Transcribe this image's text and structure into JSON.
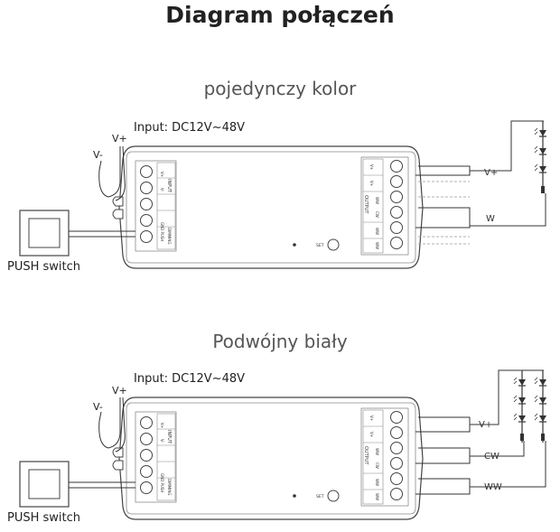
{
  "title": "Diagram połączeń",
  "sections": [
    {
      "subtitle": "pojedynczy kolor",
      "input_label": "Input: DC12V~48V",
      "vplus": "V+",
      "vminus": "V-",
      "push_switch": "PUSH switch",
      "input_block": [
        "V+",
        "V-",
        "INPUT",
        "DIMMING",
        "GND PUSH"
      ],
      "output_block": [
        "V+",
        "V+",
        "OUTPUT",
        "WW",
        "CW",
        "WW",
        "WW"
      ],
      "set_label": "SET",
      "out_labels": [
        "V+",
        "W"
      ]
    },
    {
      "subtitle": "Podwójny biały",
      "input_label": "Input: DC12V~48V",
      "vplus": "V+",
      "vminus": "V-",
      "push_switch": "PUSH switch",
      "input_block": [
        "V+",
        "V-",
        "INPUT",
        "DIMMING",
        "GND PUSH"
      ],
      "output_block": [
        "V+",
        "V+",
        "OUTPUT",
        "WW",
        "CW",
        "WW",
        "WW"
      ],
      "set_label": "SET",
      "out_labels": [
        "V+",
        "CW",
        "WW"
      ]
    }
  ]
}
